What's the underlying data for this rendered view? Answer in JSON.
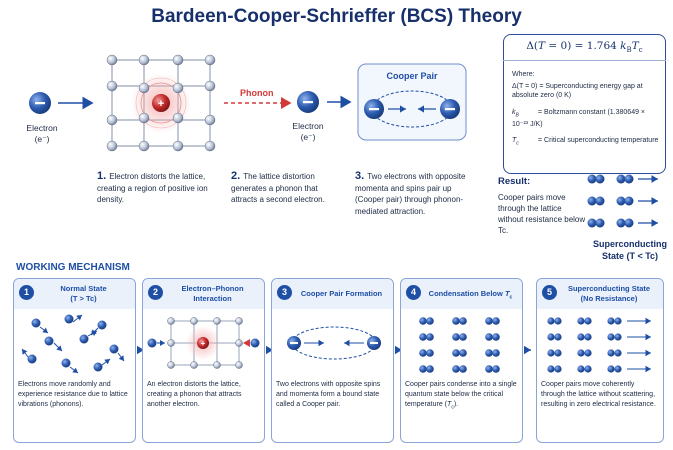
{
  "title": "Bardeen-Cooper-Schrieffer (BCS) Theory",
  "top_diagram": {
    "electron_label": "Electron",
    "electron_symbol": "(e⁻)",
    "phonon_label": "Phonon",
    "electron2_label": "Electron",
    "electron2_symbol": "(e⁻)",
    "cooper_pair_label": "Cooper Pair",
    "colors": {
      "electron": "#2d5bb0",
      "ion": "#c42a2a",
      "accent": "#1e4fa5",
      "phonon": "#d23a3a"
    }
  },
  "steps": [
    {
      "num": "1.",
      "text": "Electron distorts the lattice, creating a region of positive ion density."
    },
    {
      "num": "2.",
      "text": "The lattice distortion generates a phonon that attracts a second electron."
    },
    {
      "num": "3.",
      "text": "Two electrons with opposite momenta and spins pair up (Cooper pair) through phonon-mediated attraction."
    }
  ],
  "formula": {
    "equation": "Δ(T = 0) = 1.764 kBTc",
    "where_label": "Where:",
    "definitions": [
      {
        "symbol": "Δ(T = 0)",
        "text": "= Superconducting energy gap at absolute zero (0 K)"
      },
      {
        "symbol": "kB",
        "text": "= Boltzmann constant (1.380649 × 10⁻²³ J/K)"
      },
      {
        "symbol": "Tc",
        "text": "= Critical superconducting temperature"
      }
    ]
  },
  "result": {
    "label": "Result:",
    "text": "Cooper pairs move through the lattice without resistance below Tc.",
    "state_label": "Superconducting",
    "state_condition": "State (T < Tc)"
  },
  "mechanism": {
    "heading": "WORKING MECHANISM",
    "cards": [
      {
        "num": "1",
        "title": "Normal State",
        "subtitle": "(T > Tc)",
        "desc": "Electrons move randomly and experience resistance due to lattice vibrations (phonons)."
      },
      {
        "num": "2",
        "title": "Electron–Phonon",
        "subtitle": "Interaction",
        "desc": "An electron distorts the lattice, creating a phonon that attracts another electron."
      },
      {
        "num": "3",
        "title": "Cooper Pair Formation",
        "subtitle": "",
        "desc": "Two electrons with opposite spins and momenta form a bound state called a Cooper pair."
      },
      {
        "num": "4",
        "title": "Condensation Below Tc",
        "subtitle": "",
        "desc": "Cooper pairs condense into a single quantum state below the critical temperature (Tc)."
      },
      {
        "num": "5",
        "title": "Superconducting State",
        "subtitle": "(No Resistance)",
        "desc": "Cooper pairs move coherently through the lattice without scattering, resulting in zero electrical resistance."
      }
    ]
  }
}
